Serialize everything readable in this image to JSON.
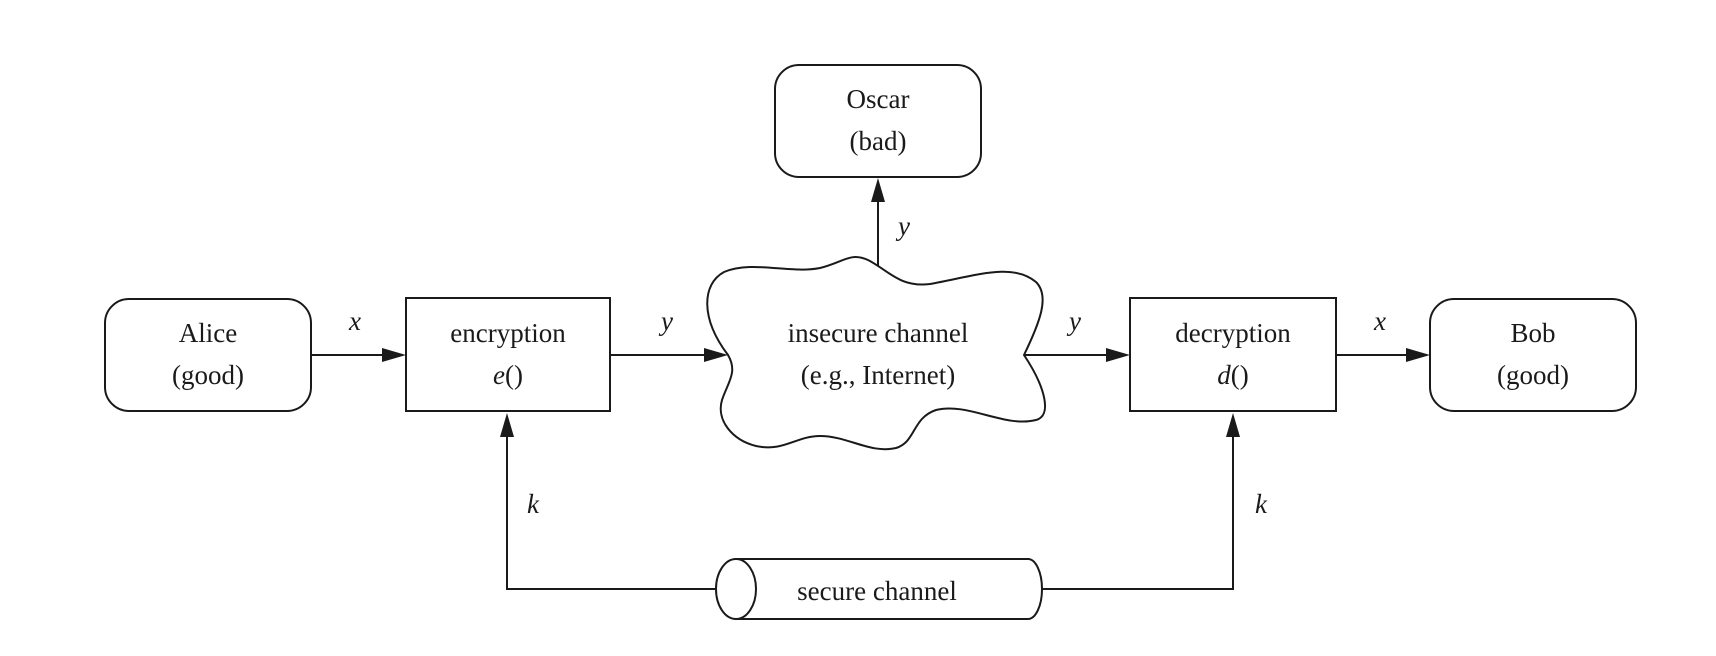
{
  "nodes": {
    "alice": {
      "line1": "Alice",
      "line2": "(good)"
    },
    "encryption": {
      "line1": "encryption",
      "fn_name": "e",
      "fn_parens": "()"
    },
    "insecure_channel": {
      "line1": "insecure channel",
      "line2": "(e.g., Internet)"
    },
    "decryption": {
      "line1": "decryption",
      "fn_name": "d",
      "fn_parens": "()"
    },
    "bob": {
      "line1": "Bob",
      "line2": "(good)"
    },
    "oscar": {
      "line1": "Oscar",
      "line2": "(bad)"
    },
    "secure_channel": {
      "label": "secure channel"
    }
  },
  "edges": {
    "alice_to_encryption": "x",
    "encryption_to_channel": "y",
    "channel_to_oscar": "y",
    "channel_to_decryption": "y",
    "decryption_to_bob": "x",
    "key_to_encryption": "k",
    "key_to_decryption": "k"
  }
}
